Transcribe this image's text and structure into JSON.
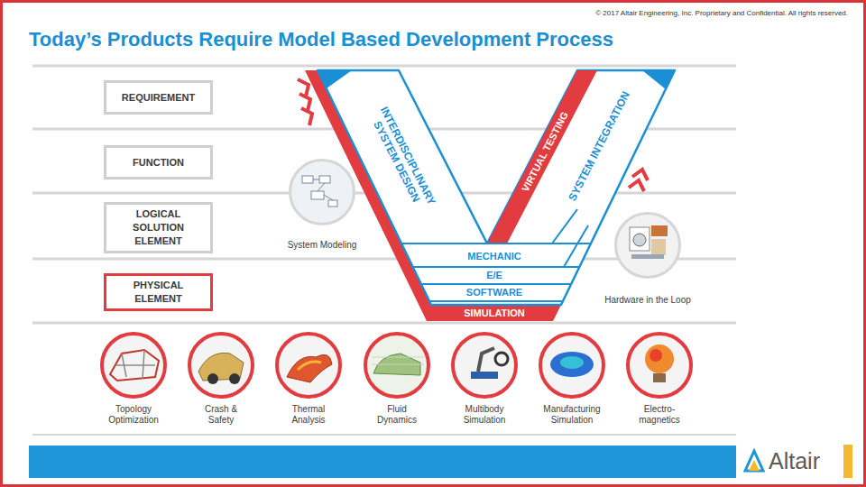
{
  "diagram": {
    "title": "Today’s Products Require Model Based Development Process",
    "nodes": [
      {
        "text": [
          "REQUIREMENT"
        ]
      },
      {
        "text": [
          "FUNCTION"
        ]
      },
      {
        "text": [
          "LOGICAL SOLUTION ELEMENT"
        ]
      },
      {
        "text": [
          "PHYSICAL ELEMENT"
        ]
      },
      {
        "text": [
          "INTERDISCIPLINARY SYSTEM DESIGN"
        ]
      },
      {
        "text": [
          "VIRTUAL TESTING"
        ]
      },
      {
        "text": [
          "SYSTEM INTEGRATION"
        ]
      },
      {
        "text": [
          "System Modeling"
        ]
      },
      {
        "text": [
          "MECHANIC"
        ]
      },
      {
        "text": [
          "E/E"
        ]
      },
      {
        "text": [
          "SOFTWARE"
        ]
      },
      {
        "text": [
          "SIMULATION"
        ]
      },
      {
        "text": [
          "Hardware in the Loop"
        ]
      },
      {
        "text": [
          "Topology Optimization"
        ]
      },
      {
        "text": [
          "Crash & Safety"
        ]
      },
      {
        "text": [
          "Thermal Analysis"
        ]
      },
      {
        "text": [
          "Fluid Dynamics"
        ]
      },
      {
        "text": [
          "Multibody Simulation"
        ]
      },
      {
        "text": [
          "Manufacturing Simulation"
        ]
      },
      {
        "text": [
          "Electro-magnetics"
        ]
      }
    ],
    "labels": [
      "© 2017 Altair Engineering, Inc. Proprietary and Confidential. All rights reserved.",
      "Altair"
    ]
  }
}
